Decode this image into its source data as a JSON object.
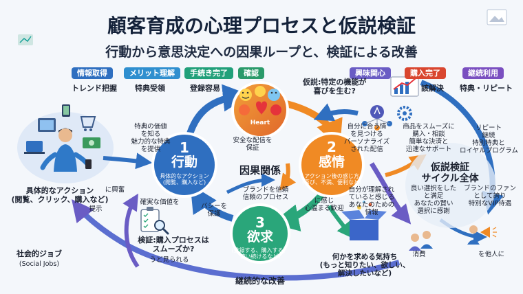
{
  "title": "顧客育成の心理プロセスと仮説検証",
  "subtitle": "行動から意思決定への因果ループと、検証による改善",
  "colors": {
    "blue": "#2f6fc0",
    "orange": "#f08a24",
    "green": "#2aa67a",
    "purple": "#6a5cc4",
    "teal": "#1aa39a"
  },
  "tags": [
    {
      "label": "情報取得",
      "sub": "トレンド把握",
      "color": "#2f6fc0"
    },
    {
      "label": "メリット理解",
      "sub": "特典受領",
      "color": "#2f8fcf"
    },
    {
      "label": "手続き完了",
      "sub": "登録容易",
      "color": "#21a07a"
    },
    {
      "label": "確認",
      "sub": "",
      "color": "#2a9a6a"
    },
    {
      "label": "興味関心",
      "sub": "",
      "color": "#6a5cc4"
    },
    {
      "label": "購入完了",
      "sub": "該解決",
      "color": "#d9462f"
    },
    {
      "label": "継続利用",
      "sub": "特典・リピート",
      "color": "#7a4fc0"
    }
  ],
  "nodes": {
    "action": {
      "num": "1",
      "label": "行動",
      "sub": "具体的なアクション\n(閲覧、購入など)"
    },
    "emotion": {
      "num": "2",
      "label": "感情",
      "sub": "アクション後の感じ方\n(喜び、不満、便利など)"
    },
    "desire": {
      "num": "3",
      "label": "欲求",
      "sub": "(登録する、購入する、\n使い続けるなど)"
    }
  },
  "heart_label": "Heart",
  "center_label": "因果関係",
  "hypothesis_top": "仮説:特定の機能が\n喜びを生む?",
  "hypothesis_bottom": "検証:購入プロセスは\nスムーズか?",
  "hypothesis_bottom_tail": "うど見られる",
  "cycle_label": "仮説検証\nサイクル全体",
  "continuous_label": "継続的な改善",
  "left_action": "具体的なアクション\n(閲覧、クリック、購入など)",
  "left_action_tail": "に興奮",
  "left_action_tail2": "提示",
  "social_job": "社会的ジョブ",
  "social_job_en": "(Social Jobs)",
  "desire_caption": "何かを求める気持ち\n(もっと知りたい、欲しい、\n解決したいなど)",
  "desire_caption_tail": "消費",
  "bottom_right_tail": "を他人に",
  "notes": {
    "perk": "特典の価値\nを知る\n魅力的な特典\nを提供",
    "safe": "安全な配信を\n保証",
    "match": "自分に合う情\nを見つける\nパーソナライズ\nされた配信",
    "smooth": "商品をスムーズに\n購入・相談\n簡単な決済と\n迅速なサポート",
    "repeat": "リピート\n継続\n特別特典と\nロイヤルプログラム",
    "brand": "ブランドを信頼\n信頼のプロセス",
    "sure": "確実な価値を",
    "privacy": "バシーを\n保護",
    "understood": "自分が理解され\nていると感じる\nあなたのための\n情報",
    "feel": "に感じ\n心温まる歓迎",
    "good_choice": "良い選択をした\nと満足\nあなたの賢い\n選択に感謝",
    "fan": "ブランドのファン\nとして誇り\n特別なVIP待遇"
  }
}
